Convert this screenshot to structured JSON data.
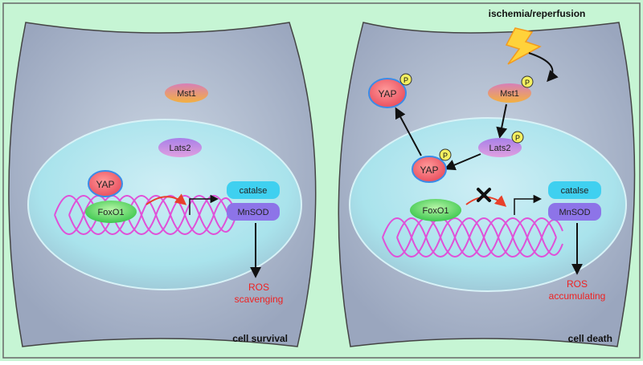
{
  "left_panel": {
    "caption": "cell survival",
    "mst1": "Mst1",
    "lats2": "Lats2",
    "yap": "YAP",
    "foxo1": "FoxO1",
    "catalase": "catalse",
    "mnsod": "MnSOD",
    "outcome_line1": "ROS",
    "outcome_line2": "scavenging"
  },
  "right_panel": {
    "caption": "cell death",
    "stimulus": "ischemia/reperfusion",
    "mst1": "Mst1",
    "lats2": "Lats2",
    "yap_nuclear": "YAP",
    "yap_cytoplasm": "YAP",
    "foxo1": "FoxO1",
    "catalase": "catalse",
    "mnsod": "MnSOD",
    "outcome_line1": "ROS",
    "outcome_line2": "accumulating",
    "phospho_label": "P"
  },
  "colors": {
    "background": "#c6f5d4",
    "cell": "#a7b2c8",
    "nucleus": "#b6e9ef",
    "mst1": "#e8a050",
    "lats2": "#c78be0",
    "yap": "#f06a6a",
    "foxo1": "#4fd86b",
    "catalase": "#3fd0f0",
    "mnsod": "#8d74e8",
    "dna": "#e050d8",
    "ros_text": "#ee2222",
    "phospho": "#f4f060",
    "lightning": "#ffd23a"
  }
}
